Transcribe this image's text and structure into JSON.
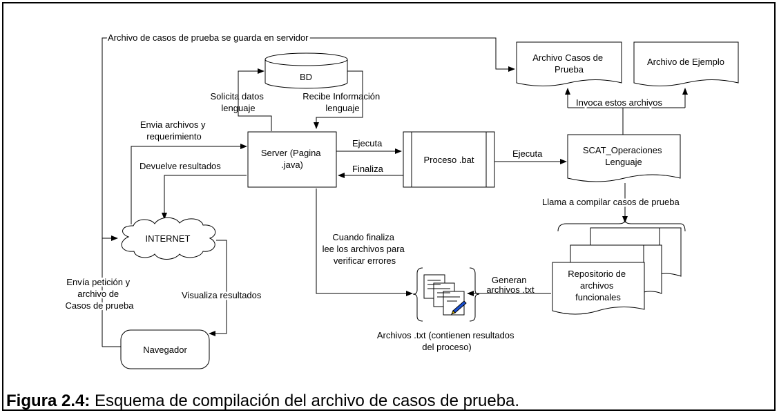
{
  "diagram": {
    "nodes": {
      "bd": "BD",
      "server": [
        "Server (Pagina",
        ".java)"
      ],
      "proceso": "Proceso .bat",
      "scat": [
        "SCAT_Operaciones",
        "Lenguaje"
      ],
      "archivo_casos": [
        "Archivo Casos de",
        "Prueba"
      ],
      "archivo_ejemplo": "Archivo de Ejemplo",
      "internet": "INTERNET",
      "navegador": "Navegador",
      "repositorio": [
        "Repositorio de",
        "archivos",
        "funcionales"
      ]
    },
    "labels": {
      "guarda_servidor": "Archivo de casos de prueba se guarda en servidor",
      "solicita": [
        "Solicita datos",
        "lenguaje"
      ],
      "recibe": [
        "Recibe Información",
        "lenguaje"
      ],
      "envia_archivos": [
        "Envia archivos y",
        "requerimiento"
      ],
      "devuelve": "Devuelve resultados",
      "ejecuta1": "Ejecuta",
      "finaliza": "Finaliza",
      "ejecuta2": "Ejecuta",
      "invoca": "Invoca estos archivos",
      "llama": "Llama a compilar casos de prueba",
      "cuando_finaliza": [
        "Cuando finaliza",
        "lee los archivos para",
        "verificar errores"
      ],
      "generan": [
        "Generan",
        "archivos .txt"
      ],
      "archivos_txt": [
        "Archivos .txt (contienen resultados",
        "del proceso)"
      ],
      "envia_peticion": [
        "Envía petición y",
        "archivo de",
        "Casos de prueba"
      ],
      "visualiza": "Visualiza resultados"
    }
  },
  "caption": {
    "label": "Figura 2.4:",
    "text": " Esquema de compilación del archivo de casos de prueba."
  }
}
